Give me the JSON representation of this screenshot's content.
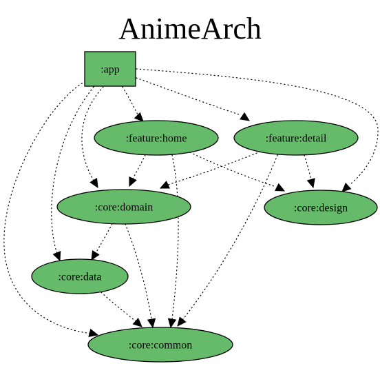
{
  "diagram": {
    "title": "AnimeArch",
    "node_fill": "#66bb6a",
    "nodes": [
      {
        "id": "app",
        "label": ":app",
        "shape": "box"
      },
      {
        "id": "feature_home",
        "label": ":feature:home",
        "shape": "ellipse"
      },
      {
        "id": "feature_detail",
        "label": ":feature:detail",
        "shape": "ellipse"
      },
      {
        "id": "core_domain",
        "label": ":core:domain",
        "shape": "ellipse"
      },
      {
        "id": "core_design",
        "label": ":core:design",
        "shape": "ellipse"
      },
      {
        "id": "core_data",
        "label": ":core:data",
        "shape": "ellipse"
      },
      {
        "id": "core_common",
        "label": ":core:common",
        "shape": "ellipse"
      }
    ],
    "edges": [
      {
        "from": "app",
        "to": "feature_home",
        "style": "dotted"
      },
      {
        "from": "app",
        "to": "feature_detail",
        "style": "dotted"
      },
      {
        "from": "app",
        "to": "core_design",
        "style": "dotted"
      },
      {
        "from": "app",
        "to": "core_domain",
        "style": "dotted"
      },
      {
        "from": "app",
        "to": "core_data",
        "style": "dotted"
      },
      {
        "from": "app",
        "to": "core_common",
        "style": "dotted"
      },
      {
        "from": "feature_home",
        "to": "core_domain",
        "style": "dotted"
      },
      {
        "from": "feature_home",
        "to": "core_design",
        "style": "dotted"
      },
      {
        "from": "feature_home",
        "to": "core_common",
        "style": "dotted"
      },
      {
        "from": "feature_detail",
        "to": "core_domain",
        "style": "dotted"
      },
      {
        "from": "feature_detail",
        "to": "core_design",
        "style": "dotted"
      },
      {
        "from": "feature_detail",
        "to": "core_common",
        "style": "dotted"
      },
      {
        "from": "core_domain",
        "to": "core_data",
        "style": "dotted"
      },
      {
        "from": "core_domain",
        "to": "core_common",
        "style": "dotted"
      },
      {
        "from": "core_data",
        "to": "core_common",
        "style": "dotted"
      }
    ]
  }
}
